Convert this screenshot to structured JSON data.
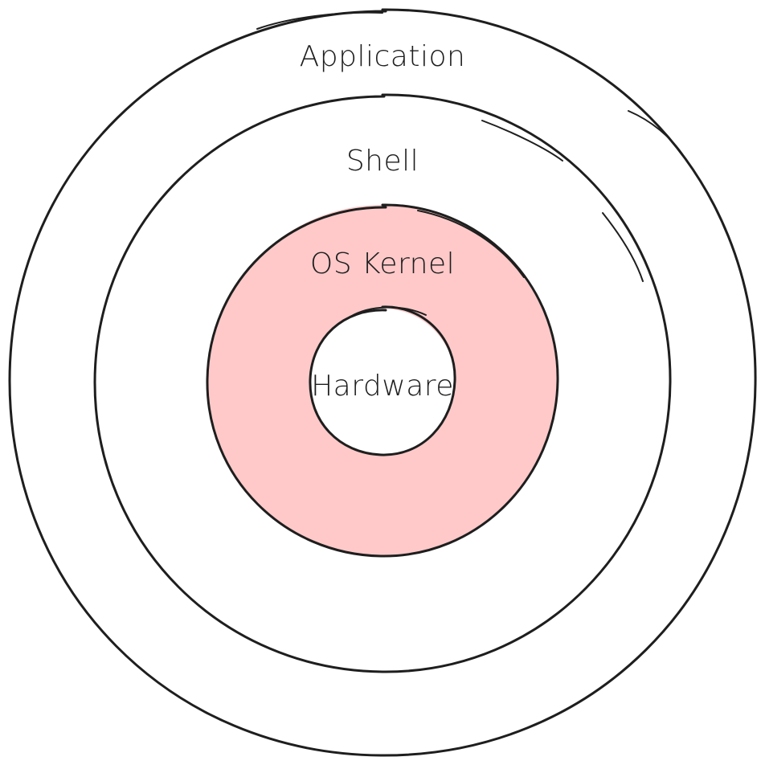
{
  "diagram": {
    "layers": [
      {
        "id": "application",
        "label": "Application",
        "fill": "#ffffff"
      },
      {
        "id": "shell",
        "label": "Shell",
        "fill": "#ffffff"
      },
      {
        "id": "os-kernel",
        "label": "OS Kernel",
        "fill": "#ffc9c9"
      },
      {
        "id": "hardware",
        "label": "Hardware",
        "fill": "#ffffff"
      }
    ],
    "stroke_color": "#1e1e1e"
  }
}
